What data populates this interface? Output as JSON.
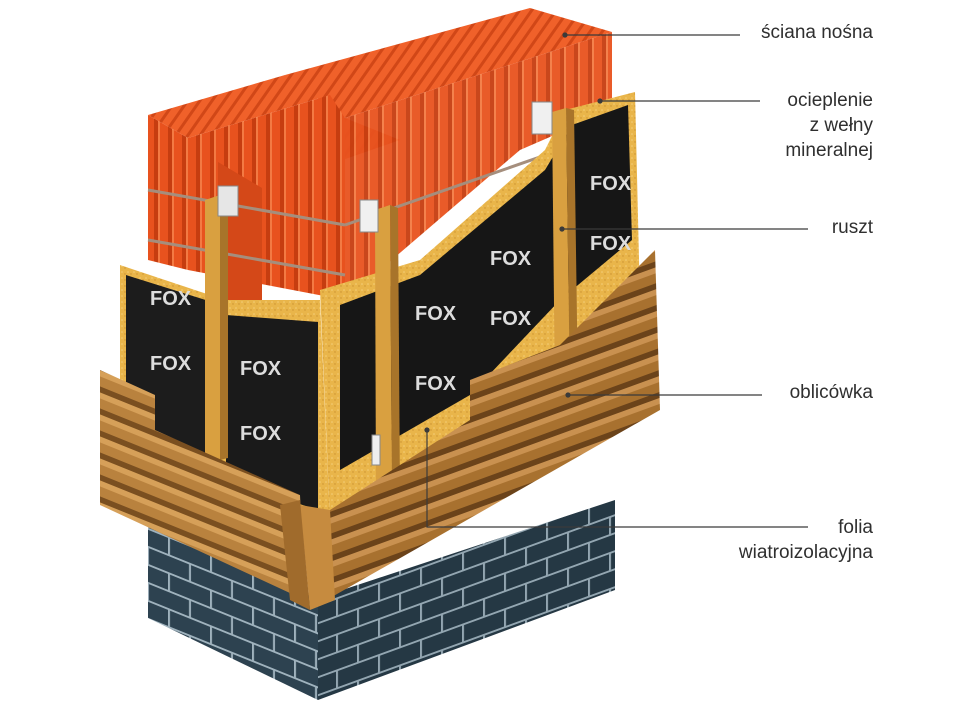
{
  "labels": {
    "sciana": "ściana nośna",
    "ocieplenie": "ocieplenie\nz wełny\nmineralnej",
    "ruszt": "ruszt",
    "oblicowka": "oblicówka",
    "folia": "folia\nwiatroizolacyjna"
  },
  "brand": "FOX",
  "colors": {
    "brick": "#e8521e",
    "insulation": "#e9b54a",
    "membrane": "#1b1b1b",
    "batten": "#d9a040",
    "siding": "#b07a3a",
    "base": "#2f4552",
    "leader": "#3a3a3a"
  }
}
